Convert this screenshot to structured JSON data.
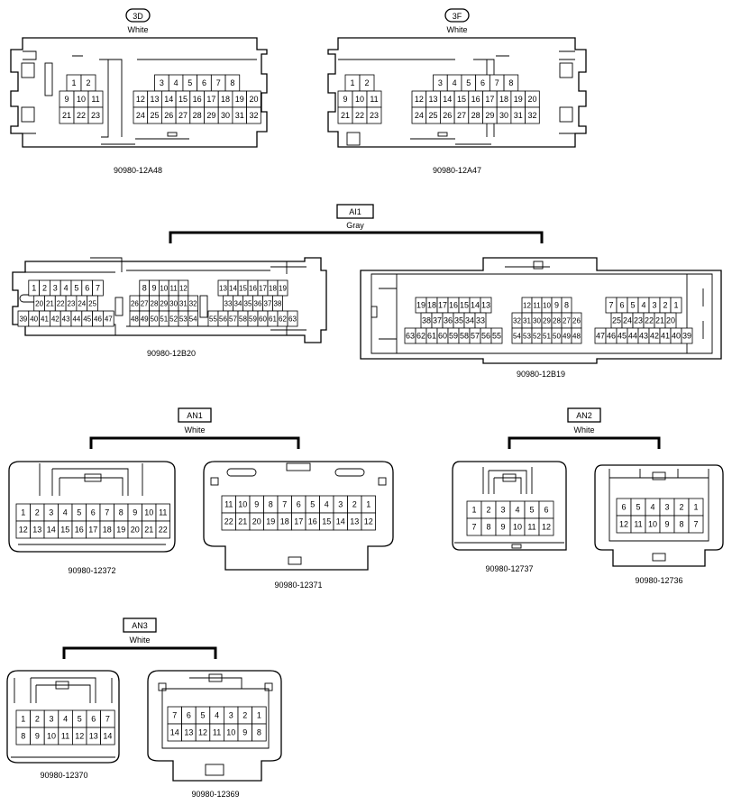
{
  "groups": {
    "3D": {
      "tag": "3D",
      "color": "White",
      "part": "90980-12A48"
    },
    "3F": {
      "tag": "3F",
      "color": "White",
      "part": "90980-12A47"
    },
    "AI1": {
      "tag": "AI1",
      "color": "Gray",
      "part_a": "90980-12B20",
      "part_b": "90980-12B19"
    },
    "AN1": {
      "tag": "AN1",
      "color": "White",
      "part_a": "90980-12372",
      "part_b": "90980-12371"
    },
    "AN2": {
      "tag": "AN2",
      "color": "White",
      "part_a": "90980-12737",
      "part_b": "90980-12736"
    },
    "AN3": {
      "tag": "AN3",
      "color": "White",
      "part_a": "90980-12370",
      "part_b": "90980-12369"
    }
  },
  "grids": {
    "c3d_left": [
      [
        "1",
        "2"
      ],
      [
        "9",
        "10",
        "11"
      ],
      [
        "21",
        "22",
        "23"
      ]
    ],
    "c3d_right": [
      [
        "3",
        "4",
        "5",
        "6",
        "7",
        "8"
      ],
      [
        "12",
        "13",
        "14",
        "15",
        "16",
        "17",
        "18",
        "19",
        "20"
      ],
      [
        "24",
        "25",
        "26",
        "27",
        "28",
        "29",
        "30",
        "31",
        "32"
      ]
    ],
    "c3f_left": [
      [
        "1",
        "2"
      ],
      [
        "9",
        "10",
        "11"
      ],
      [
        "21",
        "22",
        "23"
      ]
    ],
    "c3f_right": [
      [
        "3",
        "4",
        "5",
        "6",
        "7",
        "8"
      ],
      [
        "12",
        "13",
        "14",
        "15",
        "16",
        "17",
        "18",
        "19",
        "20"
      ],
      [
        "24",
        "25",
        "26",
        "27",
        "28",
        "29",
        "30",
        "31",
        "32"
      ]
    ],
    "b20_g1": [
      [
        "1",
        "2",
        "3",
        "4",
        "5",
        "6",
        "7"
      ],
      [
        "20",
        "21",
        "22",
        "23",
        "24",
        "25"
      ],
      [
        "39",
        "40",
        "41",
        "42",
        "43",
        "44",
        "45",
        "46",
        "47"
      ]
    ],
    "b20_g2": [
      [
        "8",
        "9",
        "10",
        "11",
        "12"
      ],
      [
        "26",
        "27",
        "28",
        "29",
        "30",
        "31",
        "32"
      ],
      [
        "48",
        "49",
        "50",
        "51",
        "52",
        "53",
        "54"
      ]
    ],
    "b20_g3": [
      [
        "13",
        "14",
        "15",
        "16",
        "17",
        "18",
        "19"
      ],
      [
        "33",
        "34",
        "35",
        "36",
        "37",
        "38"
      ],
      [
        "55",
        "56",
        "57",
        "58",
        "59",
        "60",
        "61",
        "62",
        "63"
      ]
    ],
    "b19_g1": [
      [
        "19",
        "18",
        "17",
        "16",
        "15",
        "14",
        "13"
      ],
      [
        "38",
        "37",
        "36",
        "35",
        "34",
        "33"
      ],
      [
        "63",
        "62",
        "61",
        "60",
        "59",
        "58",
        "57",
        "56",
        "55"
      ]
    ],
    "b19_g2": [
      [
        "12",
        "11",
        "10",
        "9",
        "8"
      ],
      [
        "32",
        "31",
        "30",
        "29",
        "28",
        "27",
        "26"
      ],
      [
        "54",
        "53",
        "52",
        "51",
        "50",
        "49",
        "48"
      ]
    ],
    "b19_g3": [
      [
        "7",
        "6",
        "5",
        "4",
        "3",
        "2",
        "1"
      ],
      [
        "25",
        "24",
        "23",
        "22",
        "21",
        "20"
      ],
      [
        "47",
        "46",
        "45",
        "44",
        "43",
        "42",
        "41",
        "40",
        "39"
      ]
    ],
    "an1_a": [
      [
        "1",
        "2",
        "3",
        "4",
        "5",
        "6",
        "7",
        "8",
        "9",
        "10",
        "11"
      ],
      [
        "12",
        "13",
        "14",
        "15",
        "16",
        "17",
        "18",
        "19",
        "20",
        "21",
        "22"
      ]
    ],
    "an1_b": [
      [
        "11",
        "10",
        "9",
        "8",
        "7",
        "6",
        "5",
        "4",
        "3",
        "2",
        "1"
      ],
      [
        "22",
        "21",
        "20",
        "19",
        "18",
        "17",
        "16",
        "15",
        "14",
        "13",
        "12"
      ]
    ],
    "an2_a": [
      [
        "1",
        "2",
        "3",
        "4",
        "5",
        "6"
      ],
      [
        "7",
        "8",
        "9",
        "10",
        "11",
        "12"
      ]
    ],
    "an2_b": [
      [
        "6",
        "5",
        "4",
        "3",
        "2",
        "1"
      ],
      [
        "12",
        "11",
        "10",
        "9",
        "8",
        "7"
      ]
    ],
    "an3_a": [
      [
        "1",
        "2",
        "3",
        "4",
        "5",
        "6",
        "7"
      ],
      [
        "8",
        "9",
        "10",
        "11",
        "12",
        "13",
        "14"
      ]
    ],
    "an3_b": [
      [
        "7",
        "6",
        "5",
        "4",
        "3",
        "2",
        "1"
      ],
      [
        "14",
        "13",
        "12",
        "11",
        "10",
        "9",
        "8"
      ]
    ]
  }
}
